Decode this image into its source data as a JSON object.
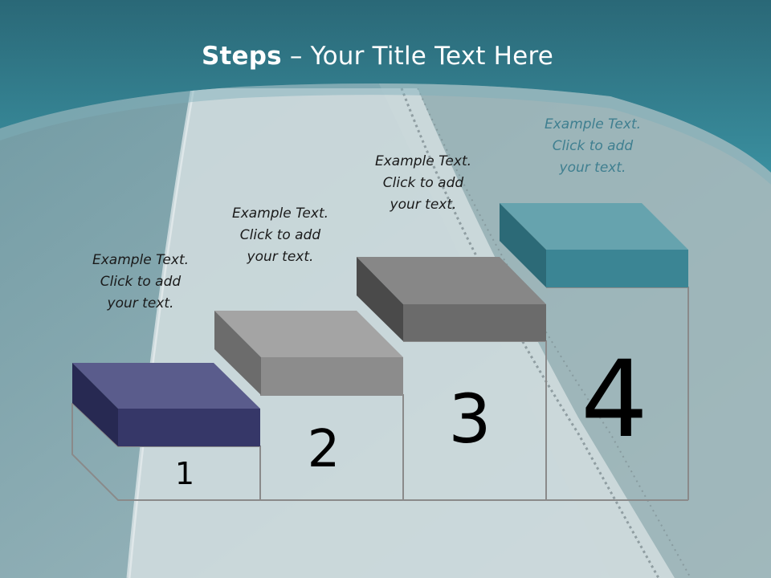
{
  "title": {
    "bold": "Steps",
    "rest": " – Your Title Text Here"
  },
  "steps": [
    {
      "number": "1",
      "caption": [
        "Example Text.",
        "Click  to add",
        "your text."
      ],
      "color": "#363768"
    },
    {
      "number": "2",
      "caption": [
        "Example Text.",
        "Click  to add",
        "your text."
      ],
      "color": "#8c8c8c"
    },
    {
      "number": "3",
      "caption": [
        "Example Text.",
        "Click  to add",
        "your text."
      ],
      "color": "#6b6b6b"
    },
    {
      "number": "4",
      "caption": [
        "Example Text.",
        "Click  to add",
        "your text."
      ],
      "color": "#3b8594"
    }
  ],
  "colors": {
    "header": "#2d7383",
    "water": "#4e7d87",
    "walkway": "#c9d6d9"
  }
}
